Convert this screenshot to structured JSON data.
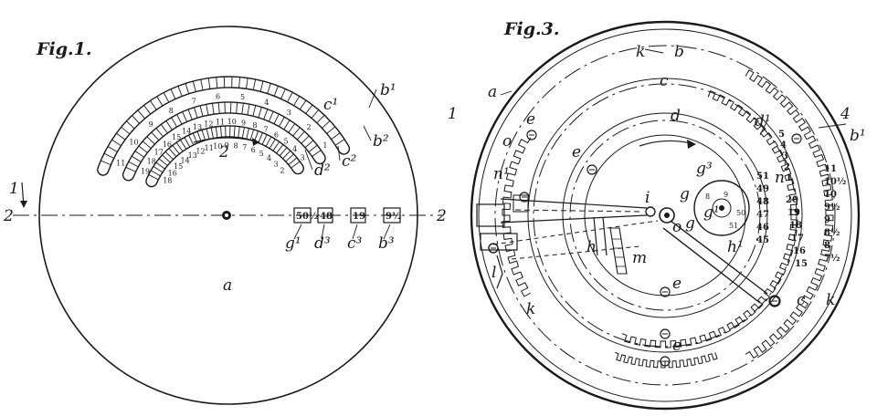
{
  "fig1": {
    "title": "Fig.1.",
    "labels": {
      "a": "a",
      "b1": "b¹",
      "b2": "b²",
      "b3": "b³",
      "c1": "c¹",
      "c2": "c²",
      "c3": "c³",
      "d2": "d²",
      "d3": "d³",
      "g1": "g¹",
      "two": "2",
      "arrow_marker": "1",
      "section_left": "2",
      "section_right": "2"
    },
    "window_values": [
      "50½",
      "48",
      "19",
      "9½"
    ],
    "arc_outer_numbers": [
      "11",
      "10",
      "9",
      "8",
      "7",
      "6",
      "5",
      "4",
      "3",
      "2",
      "1"
    ],
    "arc_middle_numbers": [
      "19",
      "18",
      "17",
      "16",
      "15",
      "14",
      "13",
      "12",
      "11",
      "10",
      "9",
      "8",
      "7",
      "6",
      "5",
      "4",
      "3"
    ],
    "arc_inner_numbers": [
      "18",
      "16",
      "15",
      "14",
      "13",
      "12",
      "11",
      "10",
      "9",
      "8",
      "7",
      "6",
      "5",
      "4",
      "3",
      "2"
    ]
  },
  "fig3": {
    "title": "Fig.3.",
    "labels": {
      "a": "a",
      "b": "b",
      "k_b": "k",
      "c": "c",
      "d": "d",
      "d1": "d¹",
      "b1": "b¹",
      "four": "4",
      "one": "1",
      "e": "e",
      "o": "o",
      "n1": "n¹",
      "n": "n",
      "i": "i",
      "g3": "g³",
      "g": "g",
      "g1": "g¹",
      "h": "h",
      "h1": "h¹",
      "m": "m",
      "l": "l",
      "k": "k",
      "c_right": "c",
      "k_right": "k"
    },
    "dial_numbers": [
      "51",
      "49",
      "48",
      "47",
      "46",
      "45"
    ],
    "scale_c_numbers": [
      "20",
      "19",
      "18",
      "17",
      "16",
      "15"
    ],
    "scale_b_numbers": [
      "11",
      "10½",
      "10",
      "9½",
      "9",
      "8½",
      "8",
      "7½"
    ],
    "scale_small_numbers": [
      "5",
      "4",
      "3",
      "2",
      "1"
    ],
    "hub_numbers": [
      "8",
      "9",
      "50",
      "51"
    ]
  }
}
